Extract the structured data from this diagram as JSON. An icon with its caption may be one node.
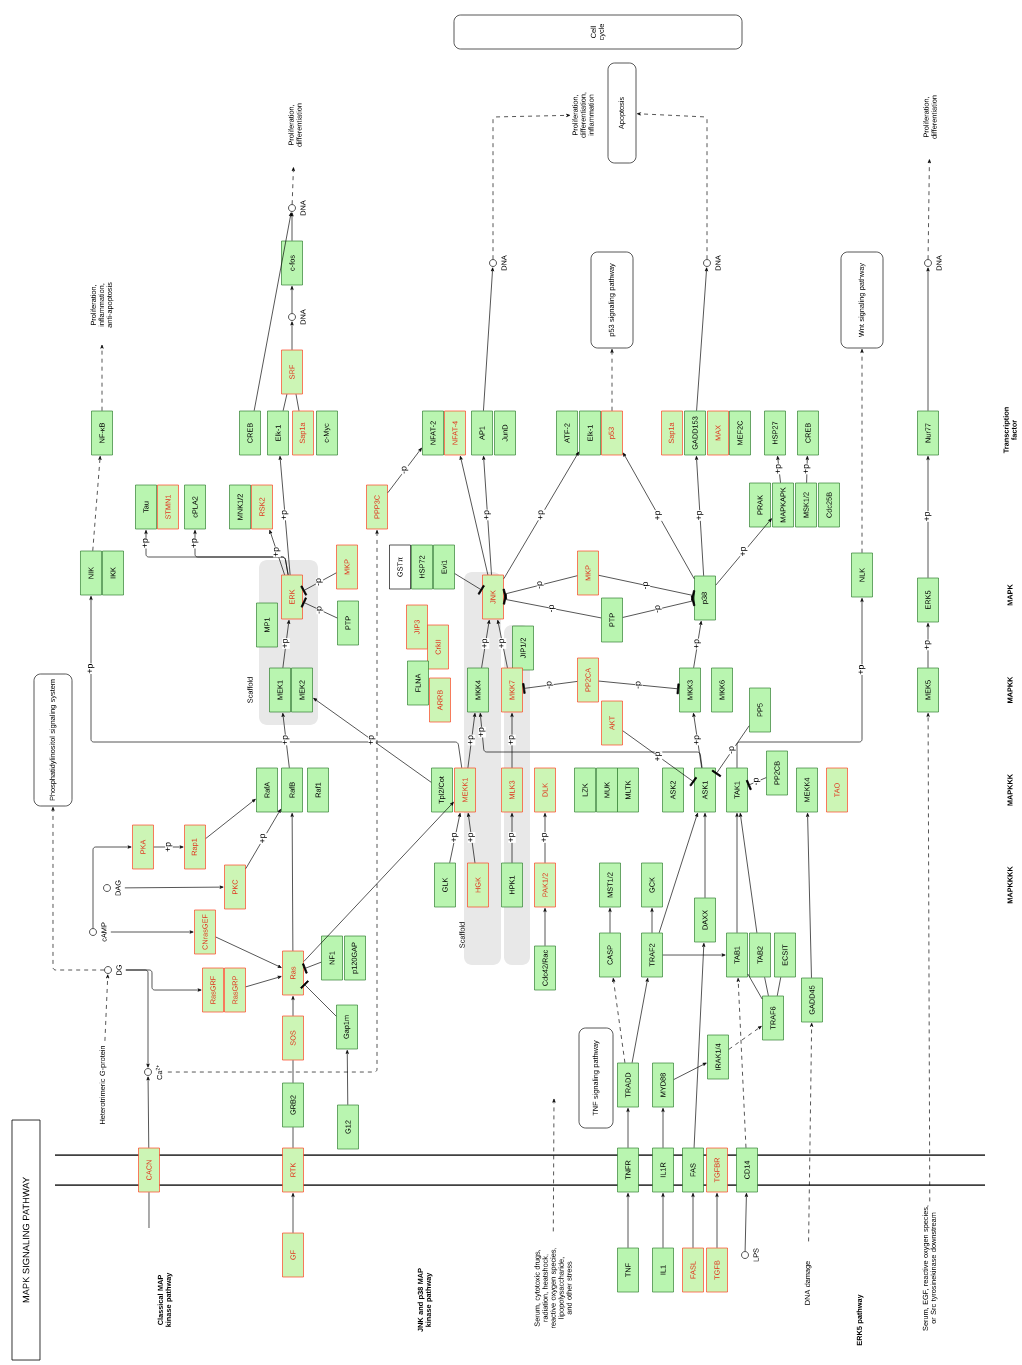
{
  "diagram": {
    "title": "MAPK SIGNALING PATHWAY",
    "nodes": [
      {
        "text": [
          "GF"
        ]
      },
      {
        "text": [
          "CACN"
        ]
      },
      {
        "text": [
          "RTK"
        ]
      },
      {
        "text": [
          "G12"
        ]
      },
      {
        "text": [
          "GRB2"
        ]
      },
      {
        "text": [
          "SOS"
        ]
      },
      {
        "text": [
          "Ras"
        ]
      },
      {
        "text": [
          "NF1"
        ]
      },
      {
        "text": [
          "p120GAP"
        ]
      },
      {
        "text": [
          "Gap1m"
        ]
      },
      {
        "text": [
          "RasGRF"
        ]
      },
      {
        "text": [
          "RasGRP"
        ]
      },
      {
        "text": [
          "CNrasGEF"
        ]
      },
      {
        "text": [],
        "shape": "circle",
        "beside": [
          "Ca$^{2+}$"
        ]
      },
      {
        "text": [],
        "shape": "circle",
        "beside": [
          "DG"
        ]
      },
      {
        "text": [],
        "shape": "circle",
        "beside": [
          "cAMP"
        ]
      },
      {
        "text": [],
        "shape": "circle",
        "beside": [
          "DAG"
        ]
      },
      {
        "text": [
          "PKA"
        ]
      },
      {
        "text": [
          "Rap1"
        ]
      },
      {
        "text": [
          "PKC"
        ]
      },
      {
        "text": [
          "RafA"
        ]
      },
      {
        "text": [
          "RafB"
        ]
      },
      {
        "text": [
          "Raf1"
        ]
      },
      {
        "text": [
          "MEK1"
        ]
      },
      {
        "text": [
          "MEK2"
        ]
      },
      {
        "text": [
          "MP1"
        ]
      },
      {
        "text": [
          "ERK"
        ]
      },
      {
        "text": [
          "MKP"
        ]
      },
      {
        "text": [
          "PTP"
        ]
      },
      {
        "text": [
          "NIK"
        ]
      },
      {
        "text": [
          "IKK"
        ]
      },
      {
        "text": [
          "NF-κB"
        ]
      },
      {
        "text": [
          "Tau"
        ]
      },
      {
        "text": [
          "STMN1"
        ]
      },
      {
        "text": [
          "cPLA2"
        ]
      },
      {
        "text": [
          "MNK1/2"
        ]
      },
      {
        "text": [
          "RSK2"
        ]
      },
      {
        "text": [
          "CREB"
        ]
      },
      {
        "text": [
          "Elk-1"
        ]
      },
      {
        "text": [
          "Sap1a"
        ]
      },
      {
        "text": [
          "c-Myc"
        ]
      },
      {
        "text": [
          "SRF"
        ]
      },
      {
        "text": [],
        "shape": "circle",
        "beside": [
          "DNA"
        ]
      },
      {
        "text": [
          "c-fos"
        ]
      },
      {
        "text": [],
        "shape": "circle",
        "beside": [
          "DNA"
        ]
      },
      {
        "text": [
          "PPP3C"
        ]
      },
      {
        "text": [
          "GSTπ"
        ]
      },
      {
        "text": [
          "HSP72"
        ]
      },
      {
        "text": [
          "Evi1"
        ]
      },
      {
        "text": [
          "JIP3"
        ]
      },
      {
        "text": [
          "CrkII"
        ]
      },
      {
        "text": [
          "FLNA"
        ]
      },
      {
        "text": [
          "ARRB"
        ]
      },
      {
        "text": [
          "NFAT-2"
        ]
      },
      {
        "text": [
          "NFAT-4"
        ]
      },
      {
        "text": [
          "AP1"
        ]
      },
      {
        "text": [
          "JunD"
        ]
      },
      {
        "text": [
          "JNK"
        ]
      },
      {
        "text": [
          "JIP1/2"
        ]
      },
      {
        "text": [
          "MKK4"
        ]
      },
      {
        "text": [
          "MKK7"
        ]
      },
      {
        "text": [
          "Tpl2/Cot"
        ]
      },
      {
        "text": [
          "MEKK1"
        ]
      },
      {
        "text": [
          "MLK3"
        ]
      },
      {
        "text": [
          "DLK"
        ]
      },
      {
        "text": [
          "LZK"
        ]
      },
      {
        "text": [
          "MUK"
        ]
      },
      {
        "text": [
          "MLTK"
        ]
      },
      {
        "text": [
          "GLK"
        ]
      },
      {
        "text": [
          "HGK"
        ]
      },
      {
        "text": [
          "HPK1"
        ]
      },
      {
        "text": [
          "PAK1/2"
        ]
      },
      {
        "text": [
          "Cdc42/Rac"
        ]
      },
      {
        "text": [
          "MST1/2"
        ]
      },
      {
        "text": [
          "GCK"
        ]
      },
      {
        "text": [
          "CASP"
        ]
      },
      {
        "text": [
          "TRAF2"
        ]
      },
      {
        "text": [
          "DAXX"
        ]
      },
      {
        "text": [
          "PP2CA"
        ]
      },
      {
        "text": [
          "AKT"
        ]
      },
      {
        "text": [
          "MKP"
        ]
      },
      {
        "text": [
          "PTP"
        ]
      },
      {
        "text": [
          "ATF-2"
        ]
      },
      {
        "text": [
          "Elk-1"
        ]
      },
      {
        "text": [
          "p53"
        ]
      },
      {
        "text": [
          "ASK2"
        ]
      },
      {
        "text": [
          "ASK1"
        ]
      },
      {
        "text": [
          "TAK1"
        ]
      },
      {
        "text": [
          "PP2CB"
        ]
      },
      {
        "text": [
          "MEKK4"
        ]
      },
      {
        "text": [
          "TAO"
        ]
      },
      {
        "text": [
          "MKK3"
        ]
      },
      {
        "text": [
          "MKK6"
        ]
      },
      {
        "text": [
          "PP5"
        ]
      },
      {
        "text": [
          "p38"
        ]
      },
      {
        "text": [
          "PRAK"
        ]
      },
      {
        "text": [
          "MAPKAPK"
        ]
      },
      {
        "text": [
          "MSK1/2"
        ]
      },
      {
        "text": [
          "Cdc25B"
        ]
      },
      {
        "text": [
          "Sap1a"
        ]
      },
      {
        "text": [
          "GADD153"
        ]
      },
      {
        "text": [
          "MAX"
        ]
      },
      {
        "text": [
          "MEF2C"
        ]
      },
      {
        "text": [
          "HSP27"
        ]
      },
      {
        "text": [
          "CREB"
        ]
      },
      {
        "text": [
          "NLK"
        ]
      },
      {
        "text": [
          "MEK5"
        ]
      },
      {
        "text": [
          "ERK5"
        ]
      },
      {
        "text": [
          "Nur77"
        ]
      },
      {
        "text": [
          "TNF"
        ]
      },
      {
        "text": [
          "IL1"
        ]
      },
      {
        "text": [
          "FASL"
        ]
      },
      {
        "text": [
          "TGFB"
        ]
      },
      {
        "text": [],
        "shape": "circle",
        "beside": [
          "LPS"
        ]
      },
      {
        "text": [
          "TNFR"
        ]
      },
      {
        "text": [
          "IL1R"
        ]
      },
      {
        "text": [
          "FAS"
        ]
      },
      {
        "text": [
          "TGFBR"
        ]
      },
      {
        "text": [
          "CD14"
        ]
      },
      {
        "text": [
          "TRADD"
        ]
      },
      {
        "text": [
          "MYD88"
        ]
      },
      {
        "text": [
          "IRAK1/4"
        ]
      },
      {
        "text": [
          "TRAF6"
        ]
      },
      {
        "text": [
          "TAB1"
        ]
      },
      {
        "text": [
          "TAB2"
        ]
      },
      {
        "text": [
          "ECSIT"
        ]
      },
      {
        "text": [
          "GADD45"
        ]
      },
      {
        "text": [
          "TNF signaling pathway"
        ]
      },
      {
        "text": [
          "Phosphatidylinositol signaling system"
        ]
      },
      {
        "text": [
          "p53 signaling pathway"
        ]
      },
      {
        "text": [
          "Wnt signaling pathway"
        ]
      },
      {
        "text": [],
        "shape": "circle",
        "beside": [
          "DNA"
        ]
      },
      {
        "text": [],
        "shape": "circle",
        "beside": [
          "DNA"
        ]
      },
      {
        "text": [],
        "shape": "circle",
        "beside": [
          "DNA"
        ]
      },
      {
        "text": [
          "Apoptosis"
        ]
      },
      {
        "text": [
          "Cell cycle"
        ]
      },
      {
        "text": [
          "Proliferation, inflammation, anti-apoptosis"
        ]
      },
      {
        "text": [
          "Proliferation, differentiation"
        ]
      },
      {
        "text": [
          "Proliferation, differentiation, inflammation"
        ]
      },
      {
        "text": [
          "Proliferation, differentiation"
        ]
      },
      {
        "text": [
          "Serum, cytotoxic drugs, radiation, heatshock, reactive oxygen species, lipopolysaccharide, and other stress"
        ]
      },
      {
        "text": [
          "DNA damage"
        ]
      },
      {
        "text": [
          "Serum, EGF, reactive oxygen species, or Src tyrosinekinase downstream"
        ]
      },
      {
        "text": [
          "Heterotrimeric G-protein"
        ]
      }
    ],
    "edges": [
      {
        "from": 0,
        "to": 2,
        "arrow": "to"
      },
      {
        "from": 2,
        "to": 4,
        "arrow": "none"
      },
      {
        "from": 4,
        "to": 5,
        "arrow": "none"
      },
      {
        "from": 5,
        "to": 6,
        "arrow": "to"
      },
      {
        "from": 3,
        "to": 9,
        "arrow": "to"
      },
      {
        "from": 9,
        "to": 6,
        "arrow": "other"
      },
      {
        "from": 7,
        "to": 6,
        "arrow": "other"
      },
      {
        "from": 11,
        "to": 6,
        "arrow": "to"
      },
      {
        "from": 12,
        "to": 6,
        "arrow": "to"
      },
      {
        "from": 1,
        "to": 13,
        "arrow": "to"
      },
      {
        "from": 143,
        "to": 14,
        "arrow": "to",
        "style": "dashed"
      },
      {
        "from": 14,
        "to": 13,
        "arrow": "to"
      },
      {
        "from": 14,
        "to": 10,
        "arrow": "to"
      },
      {
        "from": 14,
        "to": 128,
        "arrow": "to",
        "style": "dashed"
      },
      {
        "from": 15,
        "to": 12,
        "arrow": "to"
      },
      {
        "from": 15,
        "to": 17,
        "arrow": "to"
      },
      {
        "from": 16,
        "to": 19,
        "arrow": "to"
      },
      {
        "from": 17,
        "to": 18,
        "arrow": "to",
        "label": "+p"
      },
      {
        "from": 18,
        "to": 20,
        "arrow": "to"
      },
      {
        "from": 19,
        "to": 21,
        "arrow": "to",
        "label": "+p"
      },
      {
        "from": 6,
        "to": 21,
        "arrow": "to"
      },
      {
        "from": 6,
        "to": 62,
        "arrow": "to"
      },
      {
        "from": 21,
        "to": 23,
        "arrow": "to",
        "label": "+p"
      },
      {
        "from": 61,
        "to": 24,
        "arrow": "to",
        "label": "+p"
      },
      {
        "from": 23,
        "to": 26,
        "arrow": "to",
        "label": "+p"
      },
      {
        "from": 27,
        "to": 26,
        "arrow": "other",
        "label": "-p"
      },
      {
        "from": 28,
        "to": 26,
        "arrow": "other",
        "label": "-p"
      },
      {
        "from": 26,
        "to": 38,
        "arrow": "to",
        "label": "+p"
      },
      {
        "from": 26,
        "to": 36,
        "arrow": "to",
        "label": "+p"
      },
      {
        "from": 26,
        "to": 32,
        "arrow": "to",
        "label": "+p"
      },
      {
        "from": 26,
        "to": 34,
        "arrow": "to",
        "label": "+p"
      },
      {
        "from": 38,
        "to": 41,
        "arrow": "none"
      },
      {
        "from": 39,
        "to": 41,
        "arrow": "none"
      },
      {
        "from": 41,
        "to": 42,
        "arrow": "to"
      },
      {
        "from": 42,
        "to": 43,
        "arrow": "to"
      },
      {
        "from": 43,
        "to": 44,
        "arrow": "to"
      },
      {
        "from": 37,
        "to": 44,
        "arrow": "to"
      },
      {
        "from": 44,
        "to": 137,
        "arrow": "to",
        "style": "dashed"
      },
      {
        "from": 29,
        "to": 31,
        "arrow": "to",
        "style": "dashed"
      },
      {
        "from": 31,
        "to": 136,
        "arrow": "to",
        "style": "dashed"
      },
      {
        "from": 62,
        "to": 29,
        "arrow": "to",
        "label": "+p"
      },
      {
        "from": 13,
        "to": 45,
        "arrow": "to",
        "style": "dashed"
      },
      {
        "from": 45,
        "to": 53,
        "arrow": "to",
        "label": "-p"
      },
      {
        "from": 57,
        "to": 54,
        "arrow": "to"
      },
      {
        "from": 57,
        "to": 55,
        "arrow": "to",
        "label": "+p"
      },
      {
        "from": 57,
        "to": 83,
        "arrow": "to",
        "label": "+p"
      },
      {
        "from": 48,
        "to": 57,
        "arrow": "other"
      },
      {
        "from": 59,
        "to": 57,
        "arrow": "to",
        "label": "+p"
      },
      {
        "from": 60,
        "to": 57,
        "arrow": "to",
        "label": "+p"
      },
      {
        "from": 80,
        "to": 57,
        "arrow": "other",
        "label": "-p"
      },
      {
        "from": 81,
        "to": 57,
        "arrow": "other",
        "label": "-p"
      },
      {
        "from": 80,
        "to": 94,
        "arrow": "other",
        "label": "-p"
      },
      {
        "from": 81,
        "to": 94,
        "arrow": "other",
        "label": "-p"
      },
      {
        "from": 78,
        "to": 60,
        "arrow": "other",
        "label": "-p"
      },
      {
        "from": 78,
        "to": 91,
        "arrow": "other",
        "label": "-p"
      },
      {
        "from": 91,
        "to": 94,
        "arrow": "to",
        "label": "+p"
      },
      {
        "from": 94,
        "to": 84,
        "arrow": "to",
        "label": "+p"
      },
      {
        "from": 94,
        "to": 100,
        "arrow": "to",
        "label": "+p"
      },
      {
        "from": 94,
        "to": 96,
        "arrow": "to",
        "label": "+p"
      },
      {
        "from": 96,
        "to": 103,
        "arrow": "to",
        "label": "+p"
      },
      {
        "from": 97,
        "to": 104,
        "arrow": "to",
        "label": "+p"
      },
      {
        "from": 84,
        "to": 129,
        "arrow": "to",
        "style": "dashed"
      },
      {
        "from": 55,
        "to": 131,
        "arrow": "to"
      },
      {
        "from": 131,
        "to": 138,
        "arrow": "to",
        "style": "dashed"
      },
      {
        "from": 100,
        "to": 132,
        "arrow": "to"
      },
      {
        "from": 132,
        "to": 134,
        "arrow": "to",
        "style": "dashed"
      },
      {
        "from": 108,
        "to": 133,
        "arrow": "to"
      },
      {
        "from": 133,
        "to": 139,
        "arrow": "to",
        "style": "dashed"
      },
      {
        "from": 107,
        "to": 108,
        "arrow": "to",
        "label": "+p"
      },
      {
        "from": 106,
        "to": 107,
        "arrow": "to",
        "label": "+p"
      },
      {
        "from": 142,
        "to": 106,
        "arrow": "to",
        "style": "dashed"
      },
      {
        "from": 105,
        "to": 130,
        "arrow": "to",
        "style": "dashed"
      },
      {
        "from": 87,
        "to": 105,
        "arrow": "to",
        "label": "+p"
      },
      {
        "from": 62,
        "to": 59,
        "arrow": "to",
        "label": "+p"
      },
      {
        "from": 63,
        "to": 60,
        "arrow": "to",
        "label": "+p"
      },
      {
        "from": 86,
        "to": 91,
        "arrow": "to",
        "label": "+p"
      },
      {
        "from": 86,
        "to": 59,
        "arrow": "to",
        "label": "+p"
      },
      {
        "from": 79,
        "to": 86,
        "arrow": "other",
        "label": "+p"
      },
      {
        "from": 93,
        "to": 86,
        "arrow": "other",
        "label": "-p"
      },
      {
        "from": 88,
        "to": 87,
        "arrow": "other",
        "label": "-p"
      },
      {
        "from": 68,
        "to": 62,
        "arrow": "to",
        "label": "+p"
      },
      {
        "from": 69,
        "to": 62,
        "arrow": "to",
        "label": "+p"
      },
      {
        "from": 70,
        "to": 63,
        "arrow": "to",
        "label": "+p"
      },
      {
        "from": 71,
        "to": 64,
        "arrow": "to",
        "label": "+p"
      },
      {
        "from": 72,
        "to": 71,
        "arrow": "to"
      },
      {
        "from": 75,
        "to": 73,
        "arrow": "to"
      },
      {
        "from": 76,
        "to": 74,
        "arrow": "to"
      },
      {
        "from": 76,
        "to": 86,
        "arrow": "to"
      },
      {
        "from": 77,
        "to": 86,
        "arrow": "to"
      },
      {
        "from": 76,
        "to": 123,
        "arrow": "to"
      },
      {
        "from": 109,
        "to": 114,
        "arrow": "to"
      },
      {
        "from": 110,
        "to": 115,
        "arrow": "to"
      },
      {
        "from": 111,
        "to": 116,
        "arrow": "to"
      },
      {
        "from": 112,
        "to": 117,
        "arrow": "to"
      },
      {
        "from": 113,
        "to": 118,
        "arrow": "to"
      },
      {
        "from": 114,
        "to": 119,
        "arrow": "to"
      },
      {
        "from": 115,
        "to": 120,
        "arrow": "to"
      },
      {
        "from": 116,
        "to": 77,
        "arrow": "to"
      },
      {
        "from": 119,
        "to": 75,
        "arrow": "to",
        "style": "dashed"
      },
      {
        "from": 119,
        "to": 76,
        "arrow": "to"
      },
      {
        "from": 120,
        "to": 121,
        "arrow": "to"
      },
      {
        "from": 121,
        "to": 122,
        "arrow": "to",
        "style": "dashed"
      },
      {
        "from": 118,
        "to": 123,
        "arrow": "to",
        "style": "dashed"
      },
      {
        "from": 122,
        "to": 123,
        "arrow": "none"
      },
      {
        "from": 122,
        "to": 124,
        "arrow": "none"
      },
      {
        "from": 122,
        "to": 125,
        "arrow": "none"
      },
      {
        "from": 123,
        "to": 87,
        "arrow": "to"
      },
      {
        "from": 124,
        "to": 87,
        "arrow": "to"
      },
      {
        "from": 126,
        "to": 89,
        "arrow": "to"
      },
      {
        "from": 141,
        "to": 126,
        "arrow": "to",
        "style": "dashed"
      },
      {
        "from": 140,
        "to": null,
        "arrow": "to",
        "style": "dashed"
      },
      {
        "from": 1,
        "to": null,
        "arrow": "none"
      }
    ],
    "labels": [
      "Classical MAP kinase pathway",
      "JNK and p38 MAP kinase pathway",
      "ERK5 pathway",
      "Scaffold",
      "Scaffold",
      "Transcription factor",
      "MAPK",
      "MAPKK",
      "MAPKKK",
      "MAPKKKK"
    ]
  }
}
